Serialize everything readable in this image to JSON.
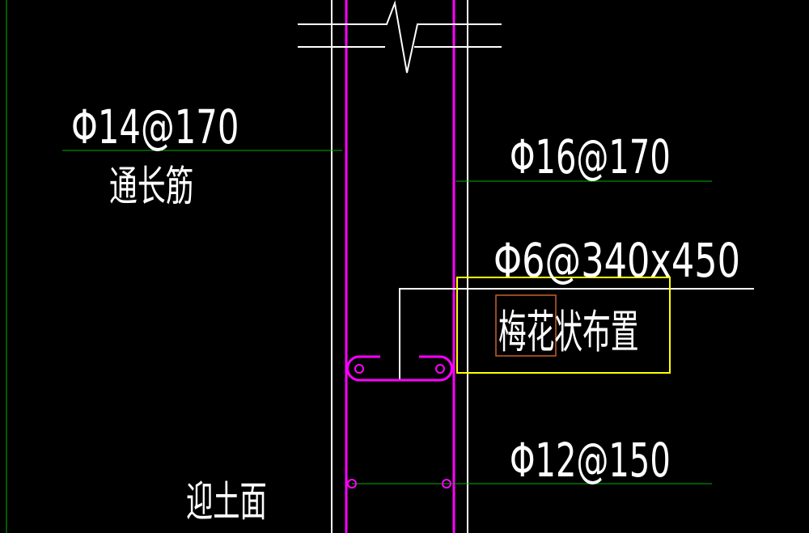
{
  "labels": {
    "rebar_left": "Φ14@170",
    "rebar_left_note": "通长筋",
    "rebar_right_top": "Φ16@170",
    "tie_bar": "Φ6@340x450",
    "tie_layout_prefix": "梅花",
    "tie_layout_suffix": "状布置",
    "rebar_right_bottom": "Φ12@150",
    "soil_face": "迎土面"
  },
  "colors": {
    "background": "#000000",
    "wall_lines": "#ffffff",
    "rebar": "#ff00ff",
    "leader": "#00c000",
    "selection_box": "#ffff00",
    "text_highlight": "#c8602a"
  }
}
